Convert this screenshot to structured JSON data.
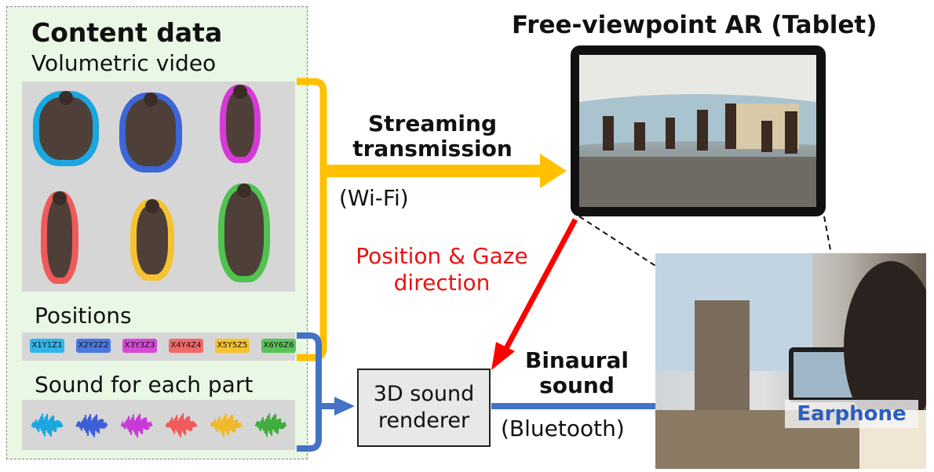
{
  "content_panel": {
    "title": "Content data",
    "volumetric_label": "Volumetric video",
    "positions_label": "Positions",
    "sound_label": "Sound for each part",
    "performers": [
      {
        "glow": "#1aa7e0"
      },
      {
        "glow": "#3d66d6"
      },
      {
        "glow": "#d63ad6"
      },
      {
        "glow": "#f05a5a"
      },
      {
        "glow": "#f5c232"
      },
      {
        "glow": "#4fc24f"
      }
    ],
    "position_chips": [
      {
        "text": "X1Y1Z1",
        "color": "#2fb4ea"
      },
      {
        "text": "X2Y2Z2",
        "color": "#4a78e0"
      },
      {
        "text": "X3Y3Z3",
        "color": "#d64ad6"
      },
      {
        "text": "X4Y4Z4",
        "color": "#f06a6a"
      },
      {
        "text": "X5Y5Z5",
        "color": "#f5c232"
      },
      {
        "text": "X6Y6Z6",
        "color": "#58c458"
      }
    ],
    "waveform_colors": [
      "#1aa7e0",
      "#3d5fd6",
      "#c73ad6",
      "#f05a5a",
      "#f0b82a",
      "#3fae3f"
    ]
  },
  "streaming_label": "Streaming transmission",
  "wifi_label": "(Wi-Fi)",
  "position_gaze_label": "Position & Gaze direction",
  "tablet_title": "Free-viewpoint AR (Tablet)",
  "renderer_label": "3D sound renderer",
  "binaural_label": "Binaural sound",
  "bluetooth_label": "(Bluetooth)",
  "earphone_label": "Earphone",
  "colors": {
    "stream_arrow": "#ffc000",
    "sound_arrow": "#4472c4",
    "gaze_arrow": "#ff0000",
    "panel_bg": "#e9f8e4"
  }
}
